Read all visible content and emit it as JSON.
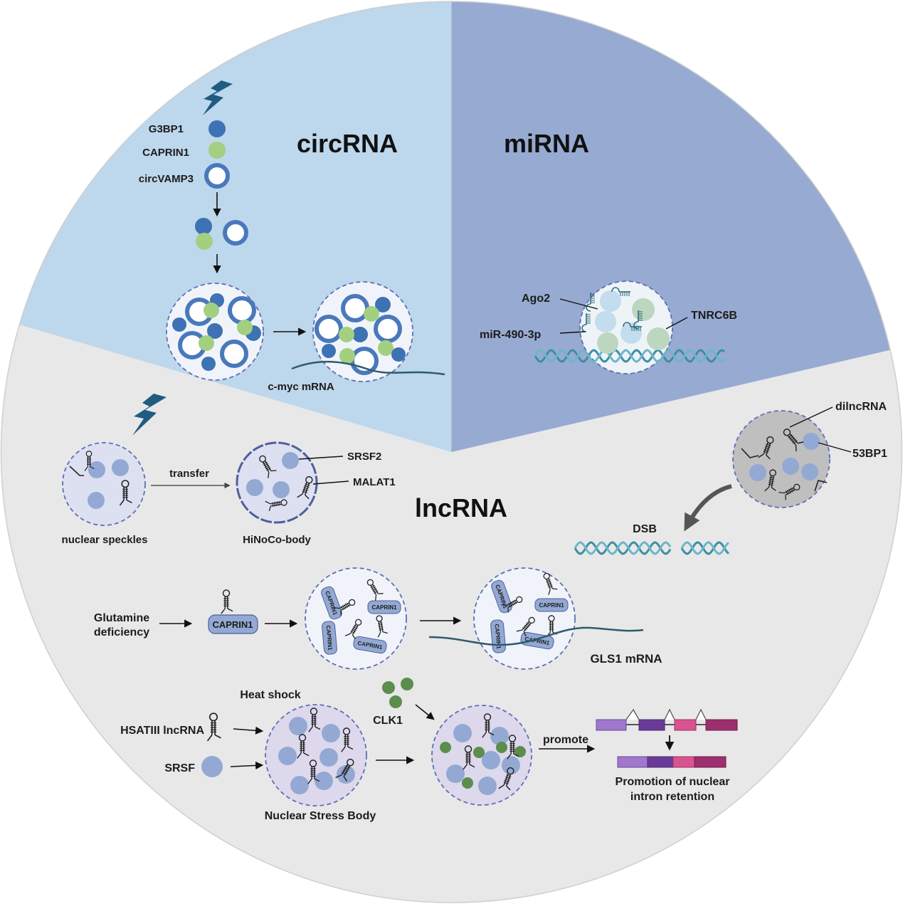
{
  "sections": {
    "circ": "circRNA",
    "mi": "miRNA",
    "lnc": "lncRNA"
  },
  "circ_panel": {
    "g3bp1": "G3BP1",
    "caprin1": "CAPRIN1",
    "circvamp3": "circVAMP3",
    "cmyc": "c-myc mRNA"
  },
  "mi_panel": {
    "ago2": "Ago2",
    "mir": "miR-490-3p",
    "tnrc6b": "TNRC6B"
  },
  "lnc_panel": {
    "transfer": "transfer",
    "speckles": "nuclear speckles",
    "hinoco": "HiNoCo-body",
    "srsf2": "SRSF2",
    "malat1": "MALAT1",
    "dilnc": "dilncRNA",
    "bp53": "53BP1",
    "dsb": "DSB",
    "glut1": "Glutamine",
    "glut2": "deficiency",
    "caprin_big": "CAPRIN1",
    "caprin_small": "CAPRIN1",
    "gls1": "GLS1 mRNA",
    "heat": "Heat shock",
    "hsat": "HSATIII lncRNA",
    "srsf": "SRSF",
    "nsb": "Nuclear Stress Body",
    "clk1": "CLK1",
    "promote": "promote",
    "intron1": "Promotion of nuclear",
    "intron2": "intron retention"
  },
  "colors": {
    "circ_bg": "#bdd7ec",
    "mi_bg": "#97aad2",
    "lnc_bg": "#e8e8e8",
    "g3bp1": "#3d72b4",
    "caprin1": "#a3cf80",
    "clk1": "#5b8d4c",
    "protein": "#93a9d3",
    "dna": "#3b8fa6"
  }
}
